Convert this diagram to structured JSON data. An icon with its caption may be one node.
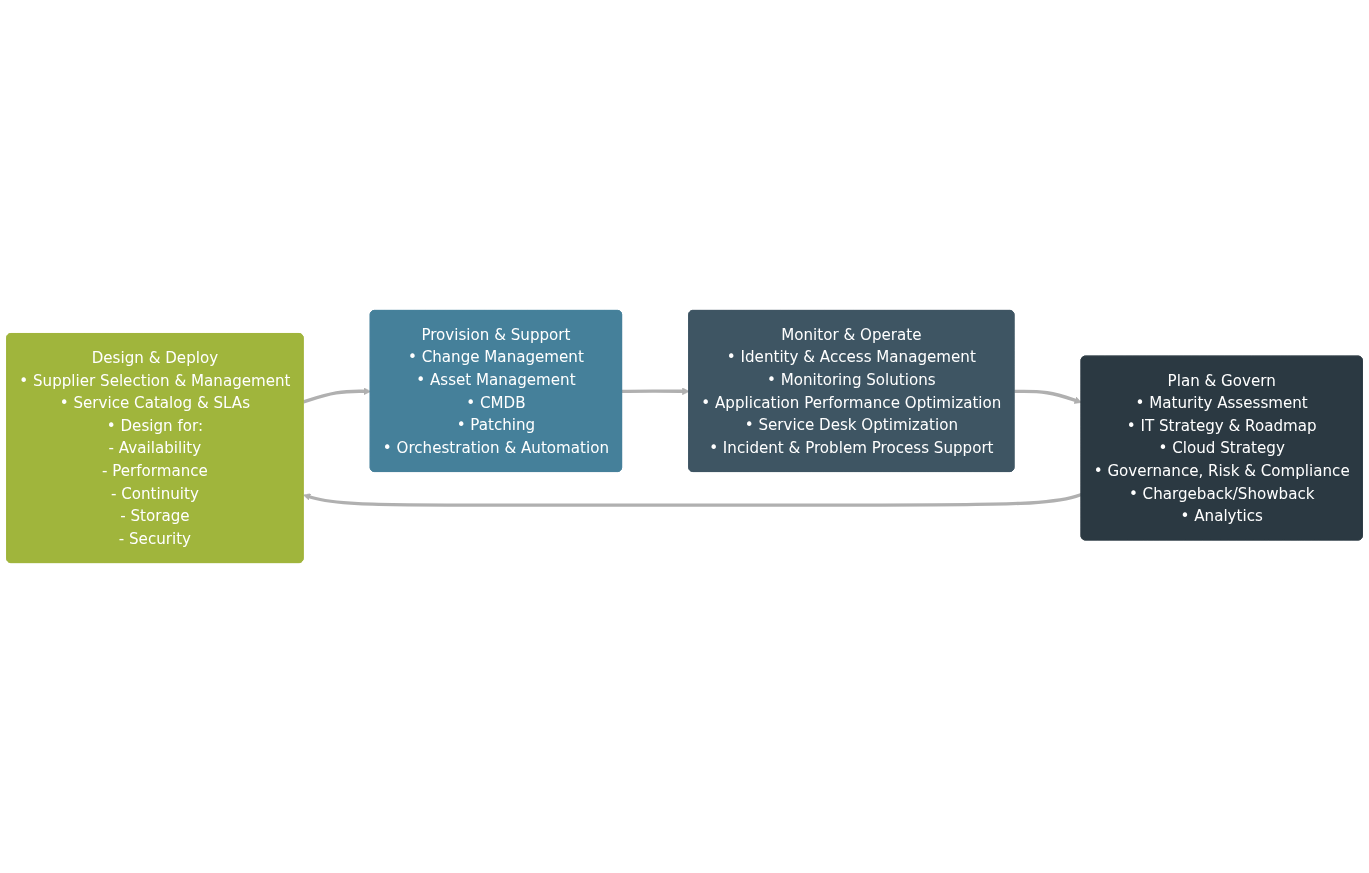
{
  "diagram": {
    "nodes": [
      {
        "text": [
          "Design & Deploy",
          "• Supplier Selection & Management",
          "• Service Catalog & SLAs",
          "• Design for:",
          "- Availability",
          "- Performance",
          "- Continuity",
          "- Storage",
          "- Security"
        ]
      },
      {
        "text": [
          "Provision & Support",
          "• Change Management",
          "• Asset Management",
          "• CMDB",
          "• Patching",
          "• Orchestration & Automation"
        ]
      },
      {
        "text": [
          "Plan & Govern",
          "• Maturity Assessment",
          "• IT Strategy & Roadmap",
          "• Cloud Strategy",
          "• Governance, Risk & Compliance",
          "• Chargeback/Showback",
          "• Analytics"
        ]
      },
      {
        "text": [
          "Monitor & Operate",
          "• Identity & Access Management",
          "• Monitoring Solutions",
          "• Application Performance Optimization",
          "• Service Desk Optimization",
          "• Incident & Problem Process Support"
        ]
      }
    ],
    "edges": [
      {
        "from": 0,
        "to": 1,
        "arrow": "to"
      },
      {
        "from": 1,
        "to": 3,
        "arrow": "to"
      },
      {
        "from": 3,
        "to": 2,
        "arrow": "to"
      },
      {
        "from": 2,
        "to": 0,
        "arrow": "to"
      }
    ]
  }
}
